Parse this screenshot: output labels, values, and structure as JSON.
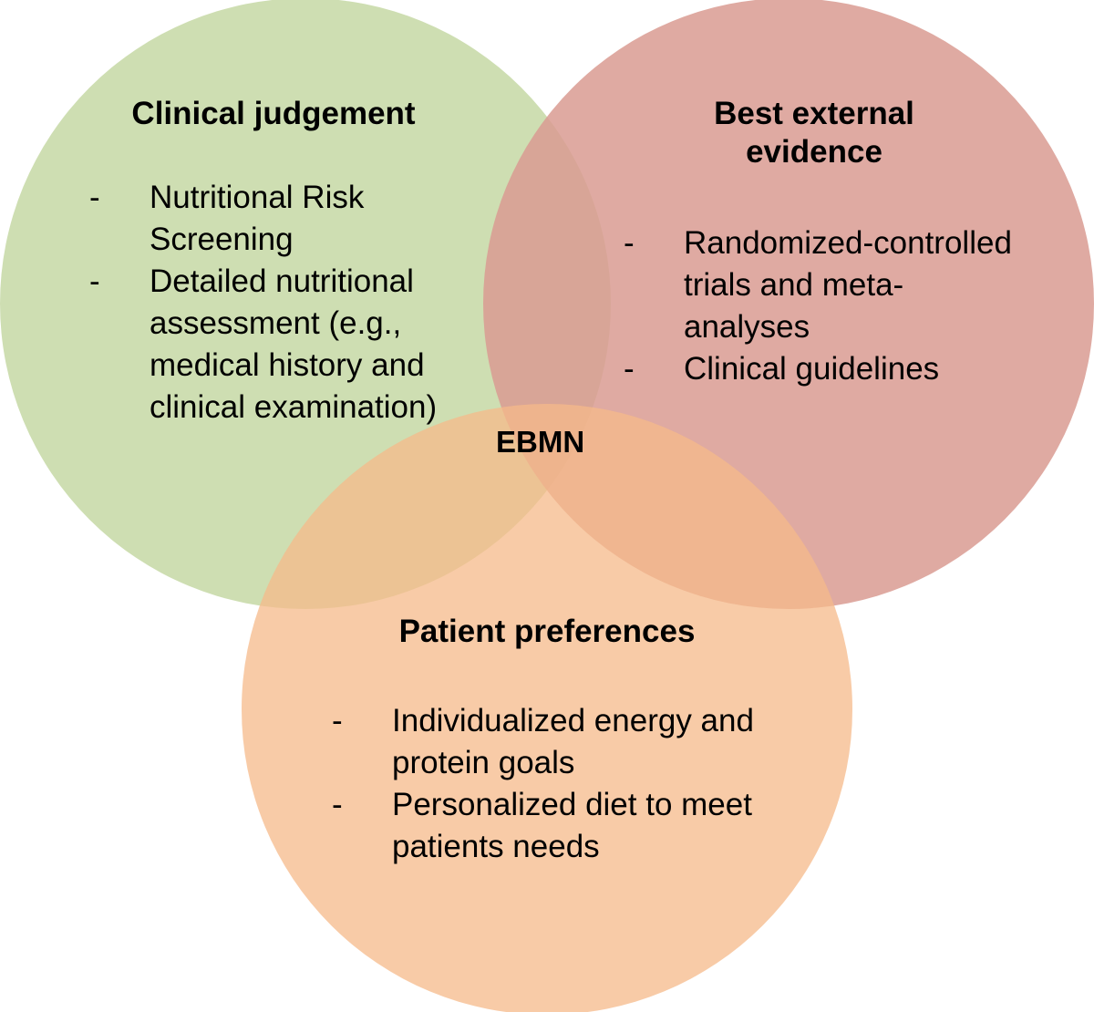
{
  "diagram": {
    "colors": {
      "clinical": "#c6d8a4",
      "evidence": "#d99b92",
      "patient": "#f6b98a"
    },
    "center_label": "EBMN",
    "circles": [
      {
        "key": "clinical",
        "title": "Clinical judgement",
        "items": [
          "Nutritional Risk Screening",
          "Detailed nutritional assessment (e.g., medical history and clinical examination)"
        ]
      },
      {
        "key": "evidence",
        "title": "Best external evidence",
        "items": [
          "Randomized-controlled trials and meta-analyses",
          "Clinical guidelines"
        ]
      },
      {
        "key": "patient",
        "title": "Patient preferences",
        "items": [
          "Individualized energy and protein goals",
          "Personalized diet to meet patients needs"
        ]
      }
    ]
  }
}
